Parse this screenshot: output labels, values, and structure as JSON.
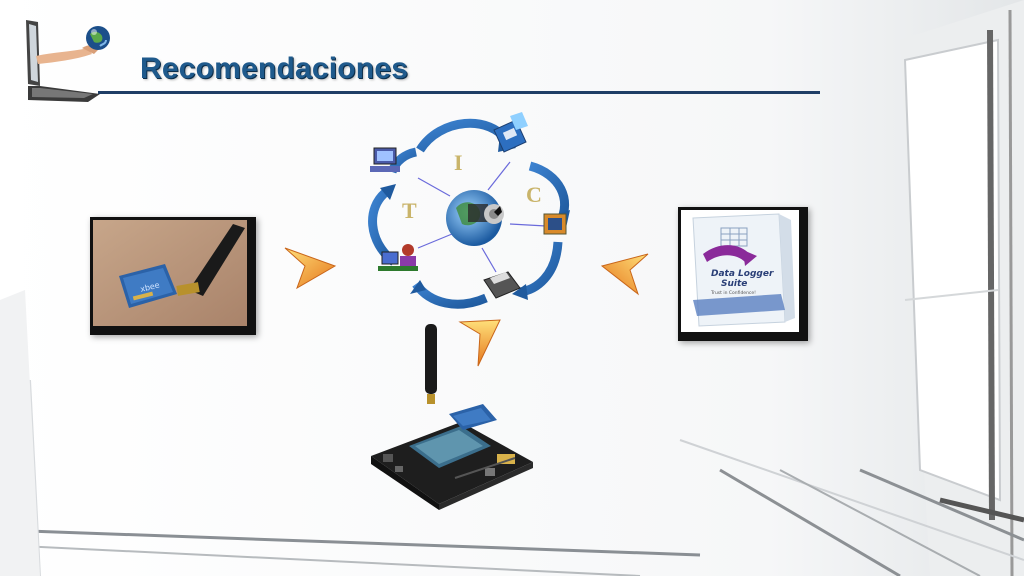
{
  "slide": {
    "title": "Recomendaciones"
  },
  "diagram": {
    "letters": [
      "T",
      "I",
      "C"
    ]
  },
  "software_box": {
    "brand": "Data Logger",
    "product": "Suite",
    "tagline": "Trust in Confidence!"
  },
  "colors": {
    "title": "#1f5a8c",
    "rule": "#1f3e66",
    "arrow_orange": "#f2a22a",
    "cycle_arrow": "#2a6db6"
  },
  "icons": [
    "laptop-with-globe-icon",
    "orange-arrow-icon",
    "computer-icon",
    "floppy-disk-icon",
    "globe-icon",
    "network-icon",
    "person-at-computer-icon",
    "scanner-icon"
  ]
}
